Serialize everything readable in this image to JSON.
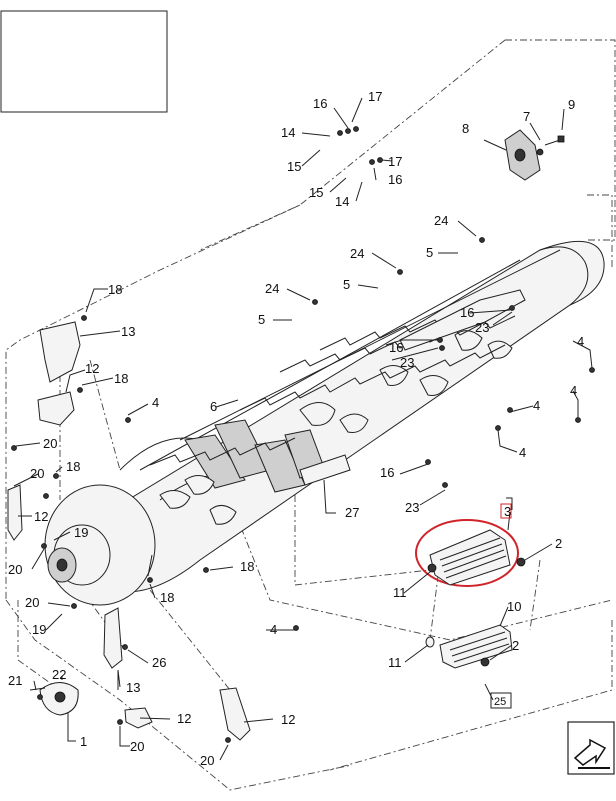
{
  "diagram": {
    "callouts": {
      "c1": "1",
      "c2a": "2",
      "c2b": "2",
      "c3": "3",
      "c4a": "4",
      "c4b": "4",
      "c4c": "4",
      "c4d": "4",
      "c4e": "4",
      "c4f": "4",
      "c5a": "5",
      "c5b": "5",
      "c5c": "5",
      "c6": "6",
      "c7": "7",
      "c8": "8",
      "c9": "9",
      "c10": "10",
      "c11a": "11",
      "c11b": "11",
      "c12a": "12",
      "c12b": "12",
      "c12c": "12",
      "c12d": "12",
      "c13a": "13",
      "c13b": "13",
      "c14a": "14",
      "c14b": "14",
      "c15a": "15",
      "c15b": "15",
      "c16a": "16",
      "c16b": "16",
      "c16c": "16",
      "c16d": "16",
      "c16e": "16",
      "c17a": "17",
      "c17b": "17",
      "c18a": "18",
      "c18b": "18",
      "c18c": "18",
      "c18d": "18",
      "c18e": "18",
      "c19a": "19",
      "c19b": "19",
      "c20a": "20",
      "c20b": "20",
      "c20c": "20",
      "c20d": "20",
      "c20e": "20",
      "c20f": "20",
      "c21": "21",
      "c22": "22",
      "c23a": "23",
      "c23b": "23",
      "c23c": "23",
      "c24a": "24",
      "c24b": "24",
      "c24c": "24",
      "c25": "25",
      "c26": "26",
      "c27": "27"
    },
    "colors": {
      "highlight": "#d0242a",
      "ink": "#222222"
    },
    "nav_icon": "next-page-arrow-icon"
  }
}
